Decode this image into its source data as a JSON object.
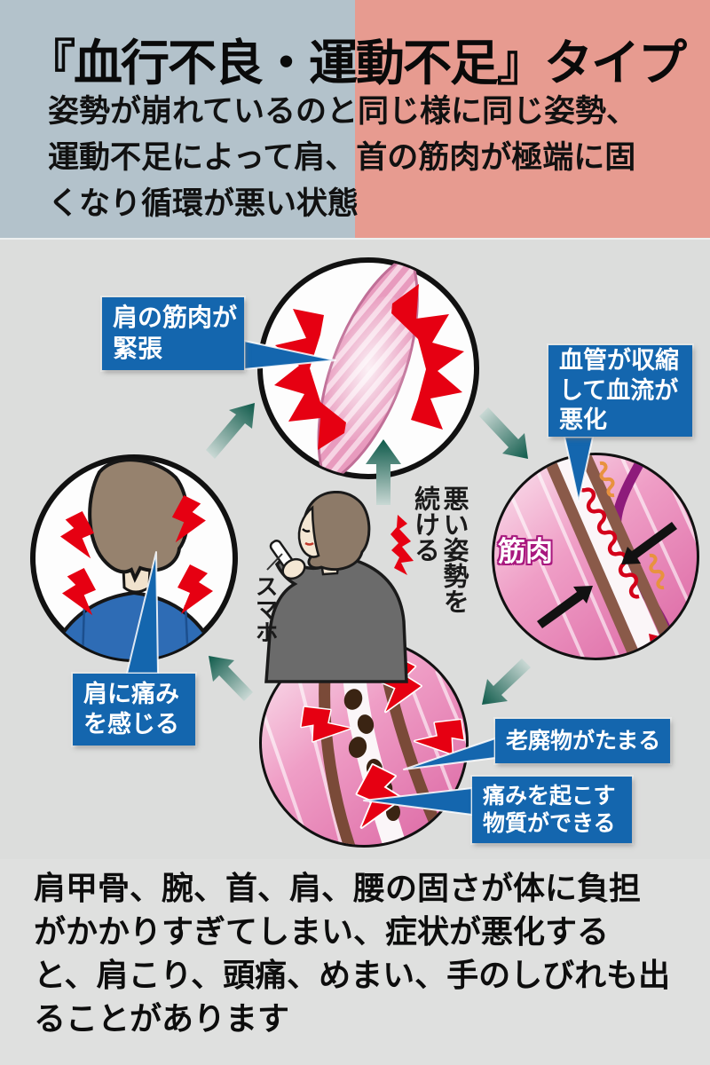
{
  "header": {
    "title": "『血行不良・運動不足』タイプ",
    "description": [
      "姿勢が崩れているのと同じ様に同じ姿勢、",
      "運動不足によって肩、首の筋肉が極端に固",
      "くなり循環が悪い状態"
    ]
  },
  "cycle": {
    "muscle_tension": {
      "lines": [
        "肩の筋肉が",
        "緊張"
      ]
    },
    "vessel_constrict": {
      "lines": [
        "血管が収縮",
        "して血流が",
        "悪化"
      ]
    },
    "shoulder_pain": {
      "lines": [
        "肩に痛み",
        "を感じる"
      ]
    },
    "waste_builds": {
      "text": "老廃物がたまる"
    },
    "pain_substance": {
      "lines": [
        "痛みを起こす",
        "物質ができる"
      ]
    },
    "muscle_label": "筋肉",
    "smartphone_label": "スマホ",
    "bad_posture_label": "悪い姿勢を続ける"
  },
  "footer": {
    "lines": [
      "肩甲骨、腕、首、肩、腰の固さが体に負担",
      "がかかりすぎてしまい、症状が悪化する",
      "と、肩こり、頭痛、めまい、手のしびれも出",
      "ることがあります"
    ]
  },
  "colors": {
    "header_left_bg": "#b3c2cb",
    "header_right_bg": "#e79b90",
    "body_bg": "#dcdddc",
    "callout_blue": "#1466ae",
    "cycle_arrow_teal": "#0e5a4a",
    "alert_red": "#e60012",
    "muscle_pink": "#e884b4",
    "vessel_brown": "#8a5a49",
    "vessel_purple": "#8e1b7b",
    "waste_dark_brown": "#3a2413",
    "shirt_blue": "#2e6cb5",
    "sweater_gray": "#6b6b6b"
  }
}
